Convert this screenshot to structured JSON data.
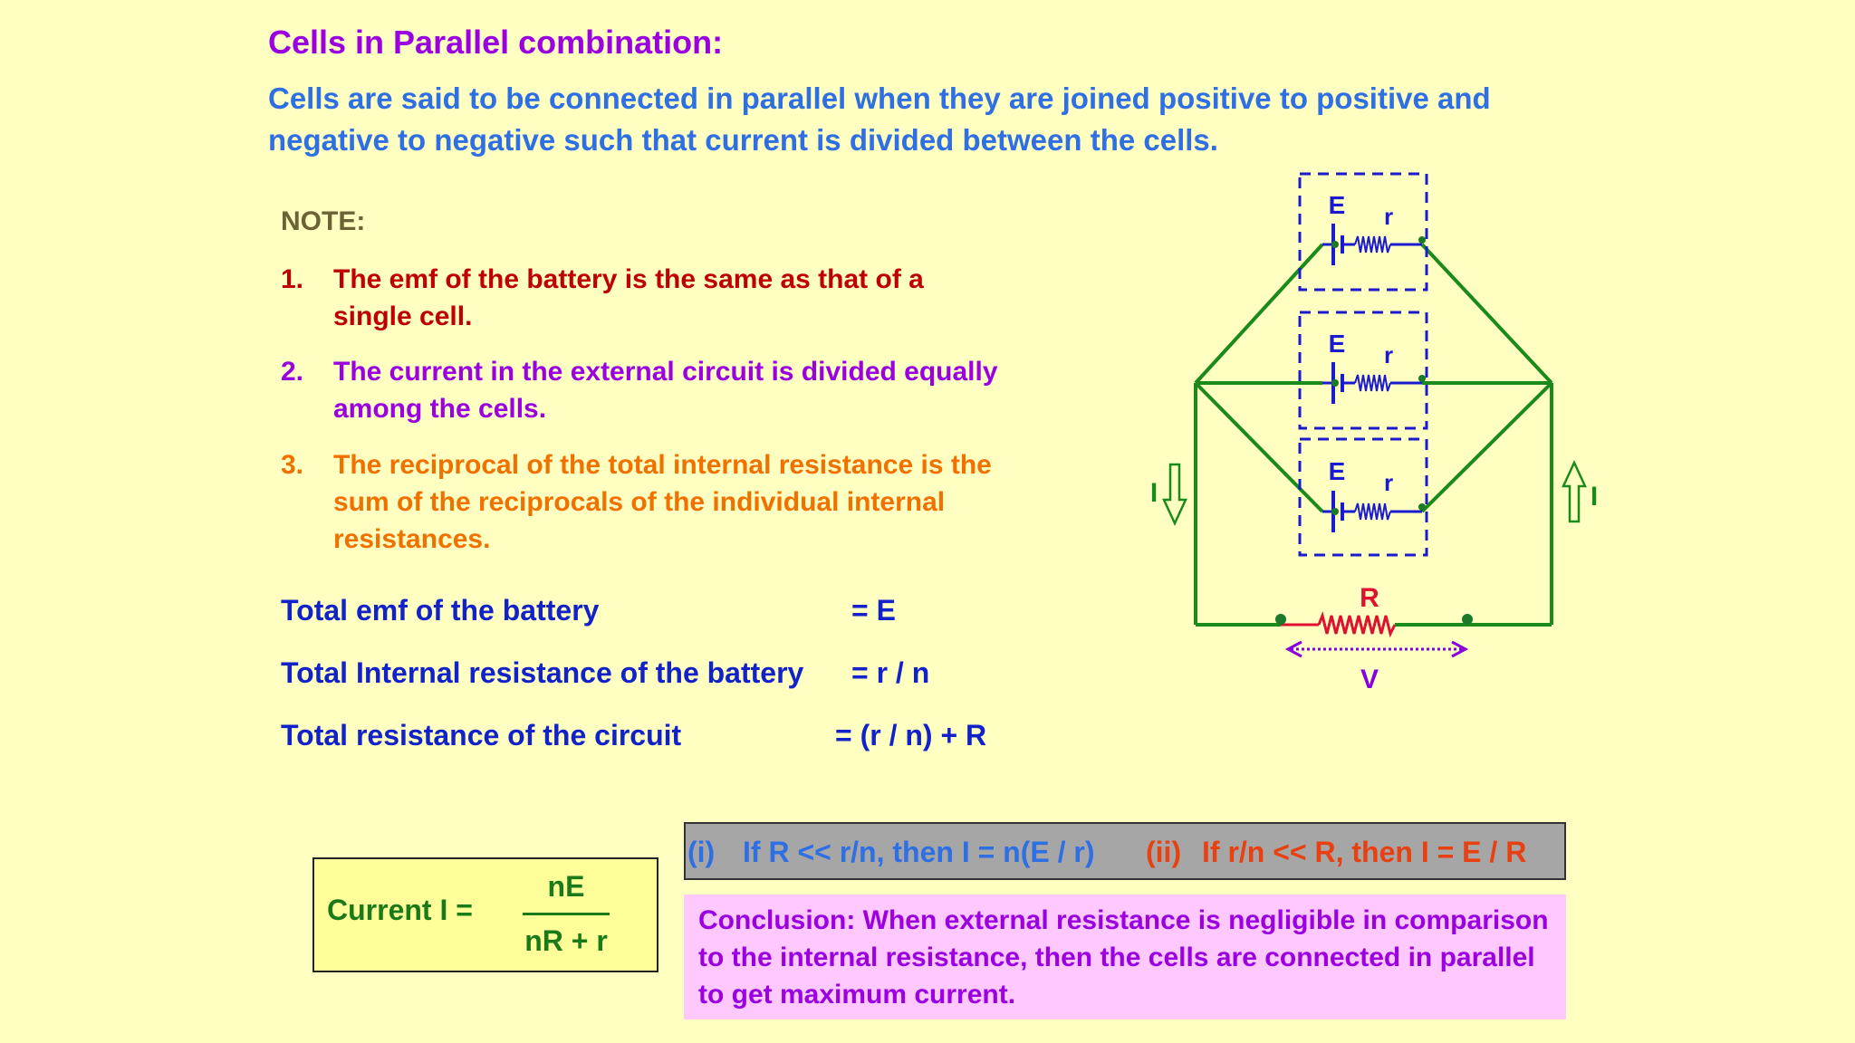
{
  "title": "Cells in Parallel combination:",
  "intro": {
    "line1": "Cells are said to be connected in parallel when they are joined positive to positive and",
    "line2": "negative to negative such that current is divided between the cells."
  },
  "note": {
    "heading": "NOTE:",
    "items": [
      {
        "num": "1.",
        "lines": [
          "The emf of the battery is the same as that of a",
          "single cell."
        ],
        "color": "#C00000"
      },
      {
        "num": "2.",
        "lines": [
          "The current in the external circuit is divided equally",
          "among the cells."
        ],
        "color": "#9A00E0"
      },
      {
        "num": "3.",
        "lines": [
          "The reciprocal of the total internal resistance is the",
          "sum of the reciprocals of the individual internal",
          "resistances."
        ],
        "color": "#F07000"
      }
    ]
  },
  "equations": [
    {
      "label": "Total emf of the battery",
      "value": "=  E"
    },
    {
      "label": "Total Internal resistance of the battery",
      "value": "= r / n"
    },
    {
      "label": "Total resistance of the circuit",
      "value": "= (r / n) + R"
    }
  ],
  "current_formula": {
    "label": "Current  I =",
    "numerator": "nE",
    "denominator": "nR + r"
  },
  "conditions": {
    "i_tag": "(i)",
    "i_text": "If R << r/n, then I = n(E / r)",
    "ii_tag": "(ii)",
    "ii_text": "If r/n << R, then I = E / R"
  },
  "conclusion": {
    "lines": [
      "Conclusion:  When external resistance is negligible in comparison",
      "to the internal resistance, then the cells are connected in parallel",
      "to get maximum current."
    ]
  },
  "circuit": {
    "cell_emf": "E",
    "cell_r": "r",
    "current_label": "I",
    "load_label": "R",
    "voltage_label": "V"
  },
  "colors": {
    "wire": "#1A8A1A",
    "cell": "#1A1AD0",
    "load": "#E01030",
    "voltage": "#8800DD"
  }
}
